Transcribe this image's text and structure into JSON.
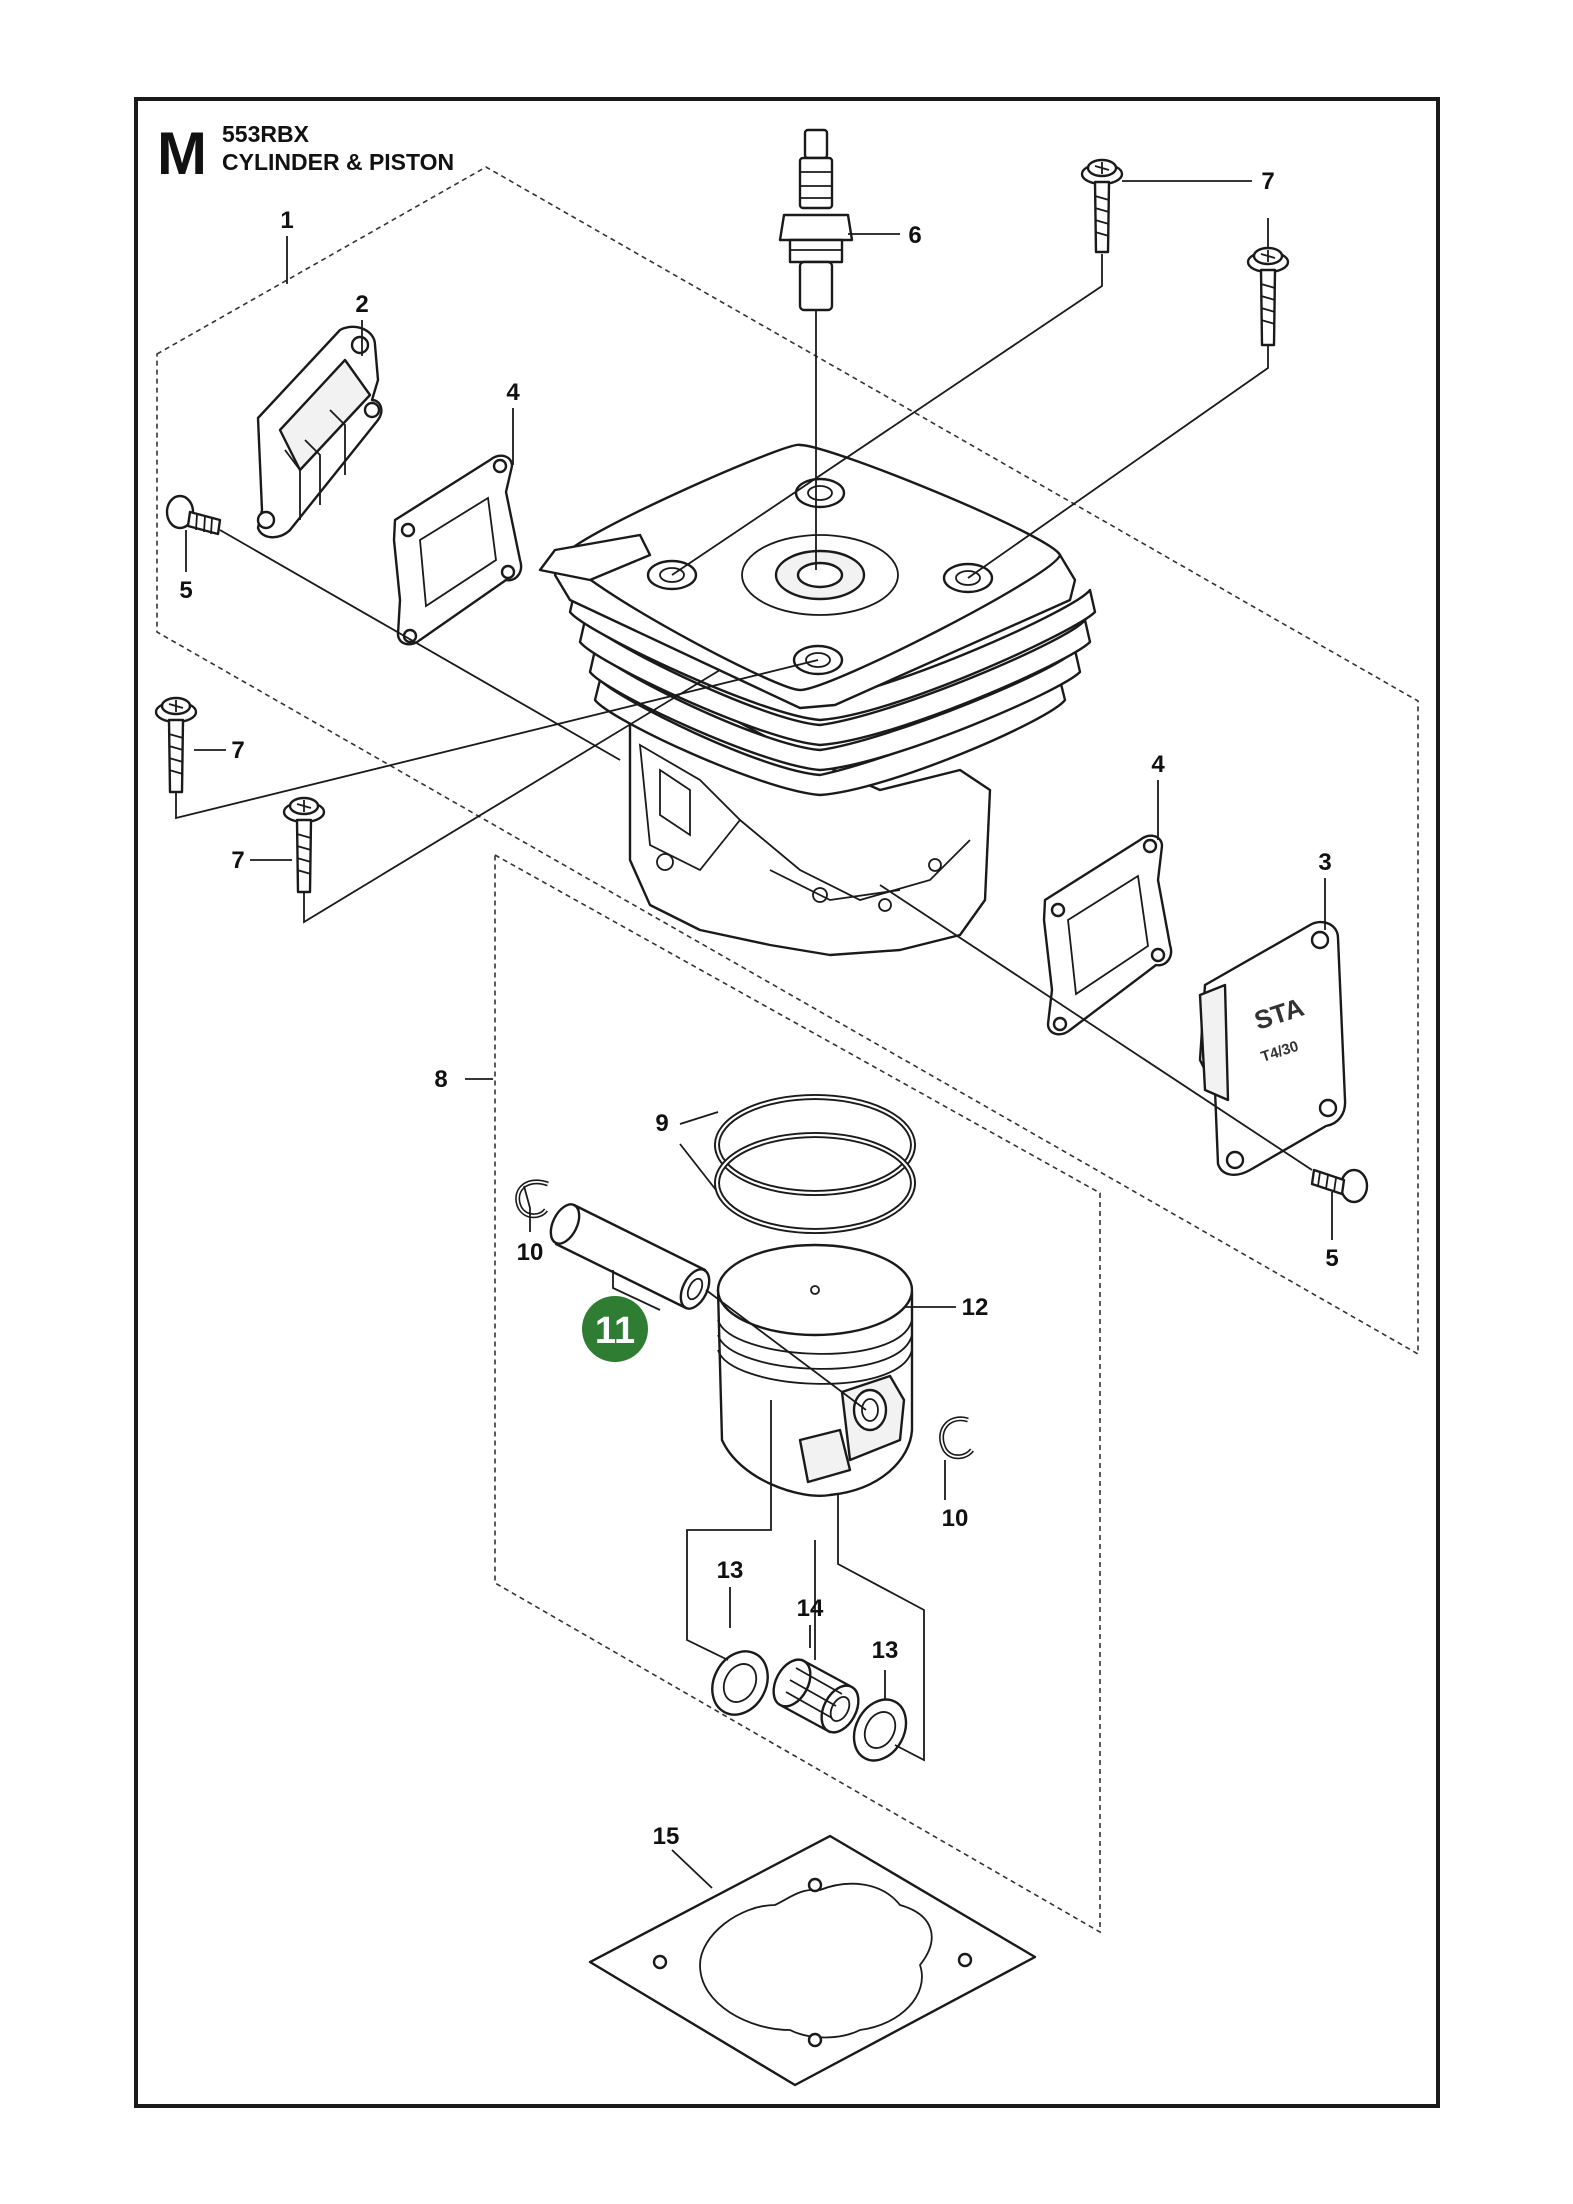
{
  "header": {
    "section_letter": "M",
    "model": "553RBX",
    "title": "CYLINDER & PISTON"
  },
  "callouts": {
    "c1": "1",
    "c2": "2",
    "c3": "3",
    "c4_left": "4",
    "c4_right": "4",
    "c5_left": "5",
    "c5_right": "5",
    "c6": "6",
    "c7_top": "7",
    "c7_left_upper": "7",
    "c7_left_lower": "7",
    "c8": "8",
    "c9": "9",
    "c10_left": "10",
    "c10_right": "10",
    "c11": "11",
    "c12": "12",
    "c13_left": "13",
    "c13_right": "13",
    "c14": "14",
    "c15": "15"
  },
  "cover_stamp": {
    "line1": "STA",
    "line2": "T4/30"
  },
  "colors": {
    "highlight_badge": "#2e7d32",
    "frame": "#1a1a1a",
    "background": "#ffffff"
  }
}
